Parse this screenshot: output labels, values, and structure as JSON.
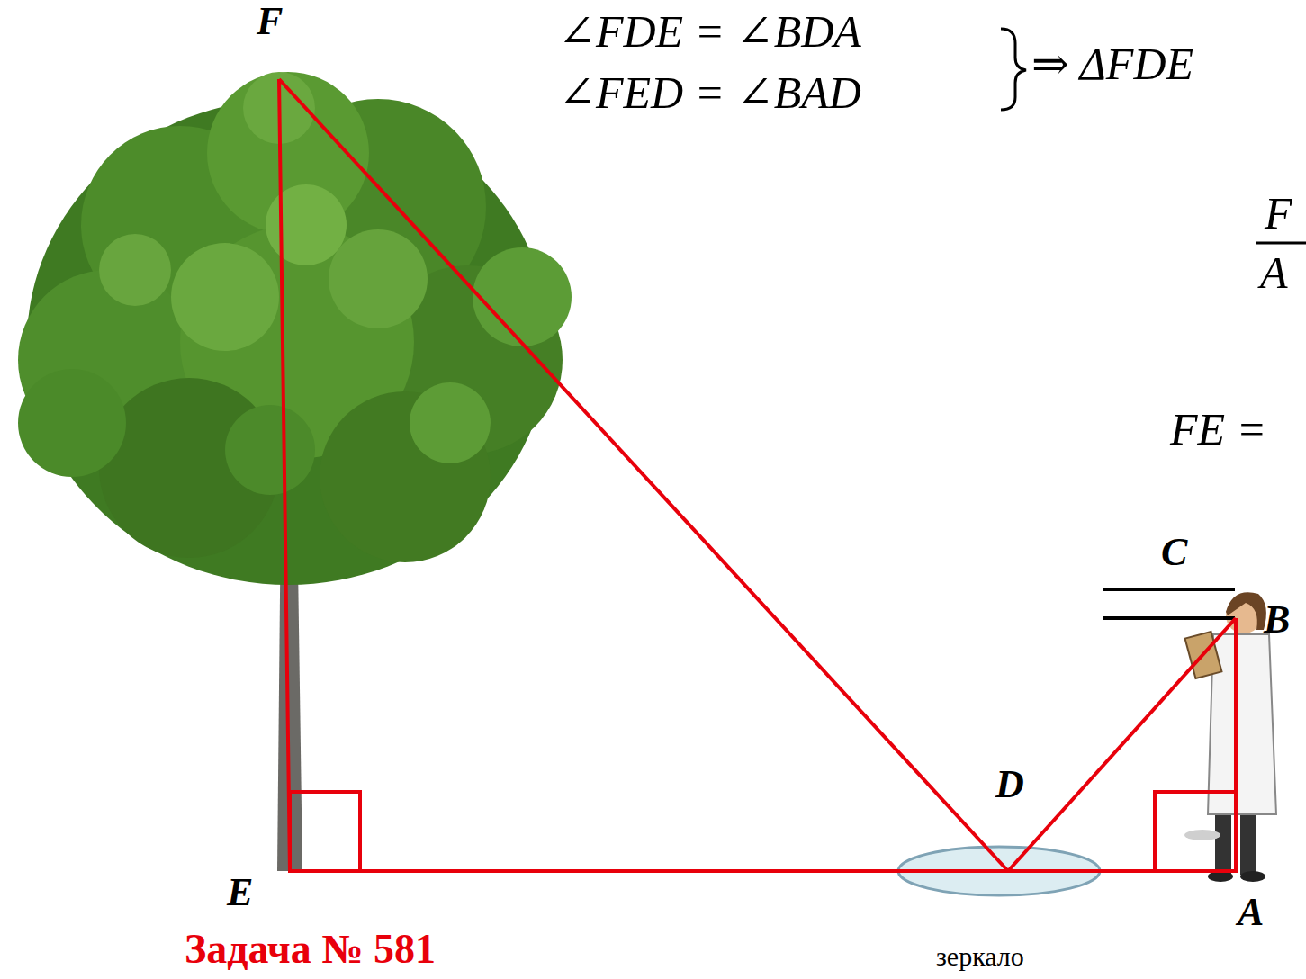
{
  "diagram": {
    "labels": [
      "F",
      "∠FDE = ∠BDA",
      "∠FED = ∠BAD",
      "⇒ ΔFDE",
      "F",
      "A",
      "FE =",
      "C",
      "B",
      "D",
      "E",
      "A",
      "Задача № 581",
      "зеркало"
    ]
  }
}
